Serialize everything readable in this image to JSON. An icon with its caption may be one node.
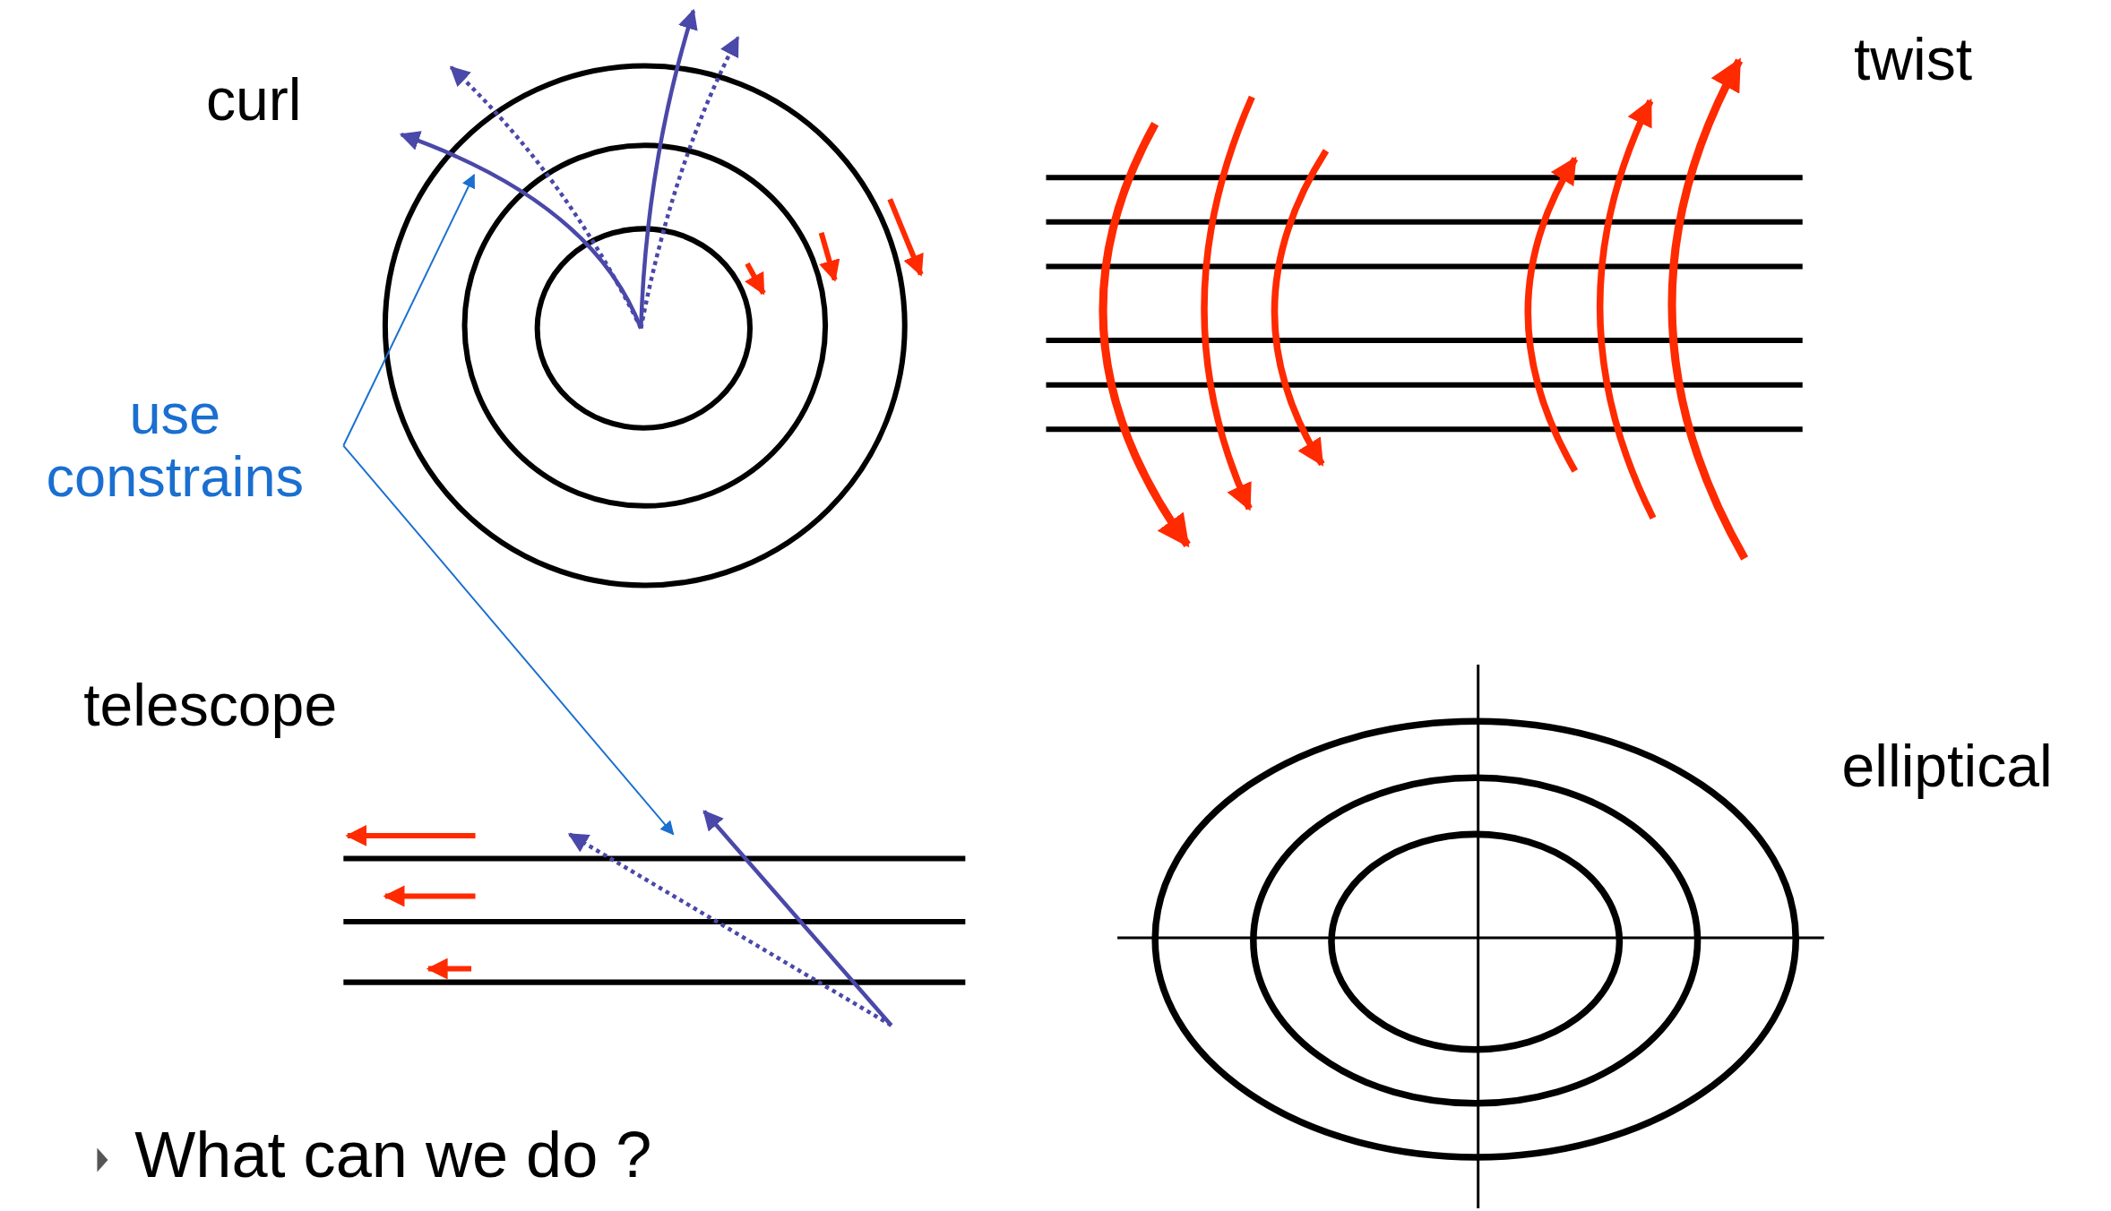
{
  "diagram": {
    "nodes": [
      {
        "text": [
          "use constrains"
        ]
      },
      {
        "text": [],
        "shape": "arrow"
      },
      {
        "text": [],
        "shape": "arrow"
      }
    ],
    "edges": [
      {
        "from": 0,
        "to": 1,
        "arrow": "to"
      },
      {
        "from": 0,
        "to": 2,
        "arrow": "to"
      }
    ],
    "labels": [
      "curl",
      "twist",
      "telescope",
      "elliptical",
      "What can we do ?"
    ]
  }
}
